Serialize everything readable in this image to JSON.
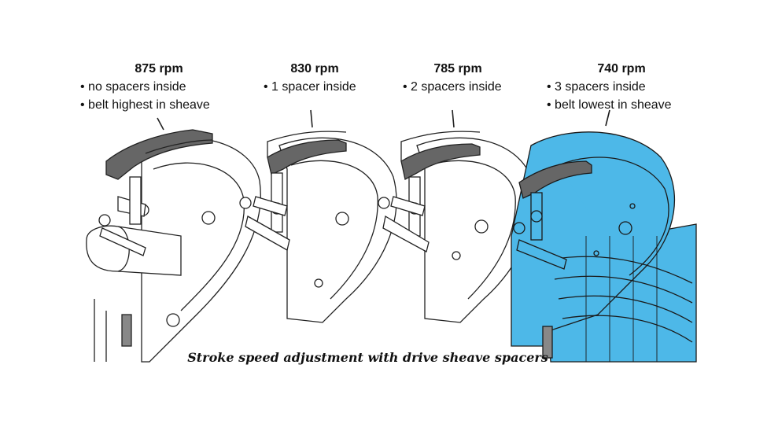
{
  "stages": [
    {
      "rpm": "875 rpm",
      "bullets": [
        "• no spacers inside",
        "• belt highest in sheave"
      ]
    },
    {
      "rpm": "830 rpm",
      "bullets": [
        "• 1 spacer inside"
      ]
    },
    {
      "rpm": "785 rpm",
      "bullets": [
        "• 2 spacers inside"
      ]
    },
    {
      "rpm": "740 rpm",
      "bullets": [
        "• 3 spacers inside",
        "• belt lowest in sheave"
      ]
    }
  ],
  "caption": "Stroke speed adjustment with drive sheave spacers",
  "colors": {
    "line": "#222222",
    "belt": "#666666",
    "highlight": "#4db8e8"
  }
}
